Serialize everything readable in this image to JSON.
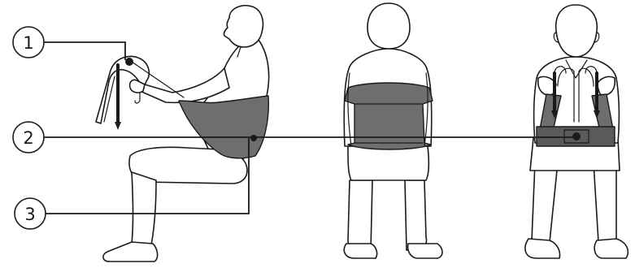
{
  "callouts": [
    {
      "number": "1",
      "target": "handle-attachment"
    },
    {
      "number": "2",
      "target": "waist-buckle"
    },
    {
      "number": "3",
      "target": "back-strap"
    }
  ],
  "figures": [
    "side-view",
    "back-view",
    "front-view"
  ],
  "colors": {
    "line": "#1a1a1a",
    "background": "#ffffff",
    "sling": "#6e6e6e",
    "sling_dark": "#5a5a5a",
    "strap": "#1a1a1a"
  }
}
